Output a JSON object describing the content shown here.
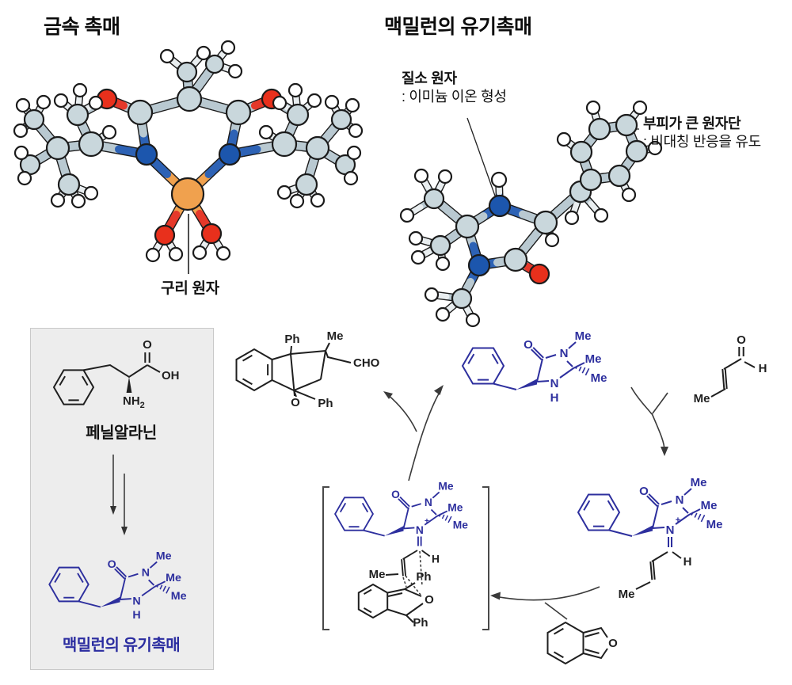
{
  "titles": {
    "metal": "금속 촉매",
    "organo": "맥밀런의 유기촉매"
  },
  "metal_panel": {
    "copper_label": "구리 원자"
  },
  "organo_panel": {
    "note1_title": "질소 원자",
    "note1_desc": ": 이미늄 이온 형성",
    "note2_title": "부피가 큰 원자단",
    "note2_desc": ": 비대칭 반응을 유도"
  },
  "box": {
    "phenylalanine": "페닐알라닌",
    "catalyst": "맥밀런의 유기촉매"
  },
  "labels": {
    "me": "Me",
    "o": "O",
    "n": "N",
    "h": "H",
    "ph": "Ph",
    "cho": "CHO",
    "oh": "OH",
    "nh": "NH",
    "two": "2",
    "plus": "+"
  },
  "colors": {
    "carbon": "#c9d7dc",
    "hydrogen": "#ffffff",
    "nitrogen": "#1c56ad",
    "oxygen": "#e8301c",
    "copper": "#f0a14e",
    "stick_carbon": "#b9c9d1",
    "stick_hydrogen": "#e9eef0",
    "stick_nitrogen": "#2d62b5",
    "stick_oxygen": "#e5382a",
    "stick_copper": "#f0a14e",
    "outline": "#1b1b1b",
    "blue_struct": "#2d2f9e",
    "black_struct": "#1f1f1f",
    "box_bg": "#ededed"
  },
  "models": {
    "metal": {
      "atoms": [
        [
          212,
          200,
          20,
          "Cu"
        ],
        [
          160,
          150,
          13,
          "N"
        ],
        [
          265,
          150,
          13,
          "N"
        ],
        [
          110,
          80,
          12,
          "O"
        ],
        [
          318,
          80,
          12,
          "O"
        ],
        [
          152,
          97,
          15,
          "C"
        ],
        [
          276,
          97,
          15,
          "C"
        ],
        [
          214,
          80,
          15,
          "C"
        ],
        [
          211,
          46,
          12,
          "C"
        ],
        [
          246,
          36,
          11,
          "C"
        ],
        [
          186,
          26,
          8,
          "H"
        ],
        [
          232,
          22,
          8,
          "H"
        ],
        [
          263,
          15,
          8,
          "H"
        ],
        [
          272,
          45,
          8,
          "H"
        ],
        [
          73,
          100,
          13,
          "C"
        ],
        [
          90,
          137,
          15,
          "C"
        ],
        [
          113,
          122,
          8,
          "H"
        ],
        [
          48,
          142,
          14,
          "C"
        ],
        [
          18,
          106,
          12,
          "C"
        ],
        [
          13,
          163,
          12,
          "C"
        ],
        [
          62,
          188,
          13,
          "C"
        ],
        [
          4,
          88,
          8,
          "H"
        ],
        [
          30,
          84,
          8,
          "H"
        ],
        [
          1,
          120,
          8,
          "H"
        ],
        [
          2,
          148,
          8,
          "H"
        ],
        [
          6,
          180,
          8,
          "H"
        ],
        [
          48,
          208,
          8,
          "H"
        ],
        [
          74,
          209,
          8,
          "H"
        ],
        [
          90,
          199,
          8,
          "H"
        ],
        [
          52,
          82,
          8,
          "H"
        ],
        [
          76,
          69,
          8,
          "H"
        ],
        [
          96,
          85,
          8,
          "H"
        ],
        [
          183,
          252,
          12,
          "O"
        ],
        [
          168,
          277,
          8,
          "H"
        ],
        [
          197,
          276,
          8,
          "H"
        ],
        [
          351,
          100,
          13,
          "C"
        ],
        [
          334,
          137,
          15,
          "C"
        ],
        [
          311,
          122,
          8,
          "H"
        ],
        [
          376,
          142,
          14,
          "C"
        ],
        [
          406,
          106,
          12,
          "C"
        ],
        [
          411,
          163,
          12,
          "C"
        ],
        [
          362,
          188,
          13,
          "C"
        ],
        [
          420,
          88,
          8,
          "H"
        ],
        [
          394,
          84,
          8,
          "H"
        ],
        [
          424,
          120,
          8,
          "H"
        ],
        [
          422,
          148,
          8,
          "H"
        ],
        [
          418,
          180,
          8,
          "H"
        ],
        [
          376,
          208,
          8,
          "H"
        ],
        [
          350,
          209,
          8,
          "H"
        ],
        [
          334,
          198,
          8,
          "H"
        ],
        [
          372,
          82,
          8,
          "H"
        ],
        [
          348,
          69,
          8,
          "H"
        ],
        [
          328,
          85,
          8,
          "H"
        ],
        [
          242,
          250,
          12,
          "O"
        ],
        [
          257,
          275,
          8,
          "H"
        ],
        [
          227,
          274,
          8,
          "H"
        ]
      ],
      "bonds": [
        [
          0,
          1
        ],
        [
          0,
          2
        ],
        [
          0,
          32
        ],
        [
          0,
          53
        ],
        [
          1,
          5
        ],
        [
          5,
          3
        ],
        [
          5,
          7
        ],
        [
          7,
          6
        ],
        [
          6,
          2
        ],
        [
          6,
          4
        ],
        [
          7,
          8
        ],
        [
          7,
          9
        ],
        [
          8,
          10
        ],
        [
          8,
          11
        ],
        [
          9,
          12
        ],
        [
          9,
          13
        ],
        [
          3,
          14
        ],
        [
          14,
          15
        ],
        [
          15,
          1
        ],
        [
          15,
          16
        ],
        [
          15,
          17
        ],
        [
          17,
          18
        ],
        [
          17,
          19
        ],
        [
          17,
          20
        ],
        [
          18,
          21
        ],
        [
          18,
          22
        ],
        [
          18,
          23
        ],
        [
          19,
          24
        ],
        [
          19,
          25
        ],
        [
          20,
          26
        ],
        [
          20,
          27
        ],
        [
          20,
          28
        ],
        [
          14,
          29
        ],
        [
          14,
          30
        ],
        [
          14,
          31
        ],
        [
          32,
          33
        ],
        [
          32,
          34
        ],
        [
          4,
          35
        ],
        [
          35,
          36
        ],
        [
          36,
          2
        ],
        [
          36,
          37
        ],
        [
          36,
          38
        ],
        [
          38,
          39
        ],
        [
          38,
          40
        ],
        [
          38,
          41
        ],
        [
          39,
          42
        ],
        [
          39,
          43
        ],
        [
          39,
          44
        ],
        [
          40,
          45
        ],
        [
          40,
          46
        ],
        [
          41,
          47
        ],
        [
          41,
          48
        ],
        [
          41,
          49
        ],
        [
          35,
          50
        ],
        [
          35,
          51
        ],
        [
          35,
          52
        ],
        [
          53,
          54
        ],
        [
          53,
          55
        ]
      ]
    },
    "organo": {
      "atoms": [
        [
          156,
          137,
          13,
          "N"
        ],
        [
          155,
          104,
          9,
          "H"
        ],
        [
          115,
          163,
          14,
          "C"
        ],
        [
          73,
          128,
          12,
          "C"
        ],
        [
          57,
          99,
          8,
          "H"
        ],
        [
          87,
          100,
          8,
          "H"
        ],
        [
          39,
          149,
          8,
          "H"
        ],
        [
          81,
          187,
          12,
          "C"
        ],
        [
          50,
          178,
          8,
          "H"
        ],
        [
          53,
          202,
          8,
          "H"
        ],
        [
          84,
          210,
          8,
          "H"
        ],
        [
          130,
          212,
          13,
          "N"
        ],
        [
          108,
          254,
          12,
          "C"
        ],
        [
          70,
          249,
          8,
          "H"
        ],
        [
          84,
          274,
          8,
          "H"
        ],
        [
          122,
          281,
          8,
          "H"
        ],
        [
          176,
          205,
          14,
          "C"
        ],
        [
          206,
          223,
          12,
          "O"
        ],
        [
          214,
          158,
          14,
          "C"
        ],
        [
          222,
          180,
          8,
          "H"
        ],
        [
          258,
          119,
          13,
          "C"
        ],
        [
          284,
          149,
          8,
          "H"
        ],
        [
          247,
          152,
          8,
          "H"
        ],
        [
          271,
          104,
          13,
          "C"
        ],
        [
          259,
          69,
          13,
          "C"
        ],
        [
          282,
          40,
          13,
          "C"
        ],
        [
          316,
          35,
          13,
          "C"
        ],
        [
          329,
          68,
          13,
          "C"
        ],
        [
          307,
          99,
          13,
          "C"
        ],
        [
          237,
          53,
          8,
          "H"
        ],
        [
          274,
          13,
          8,
          "H"
        ],
        [
          333,
          13,
          8,
          "H"
        ],
        [
          352,
          64,
          8,
          "H"
        ],
        [
          319,
          123,
          8,
          "H"
        ]
      ],
      "bonds": [
        [
          0,
          1
        ],
        [
          0,
          2
        ],
        [
          0,
          18
        ],
        [
          2,
          3
        ],
        [
          2,
          7
        ],
        [
          2,
          11
        ],
        [
          3,
          4
        ],
        [
          3,
          5
        ],
        [
          3,
          6
        ],
        [
          7,
          8
        ],
        [
          7,
          9
        ],
        [
          7,
          10
        ],
        [
          11,
          12
        ],
        [
          11,
          16
        ],
        [
          12,
          13
        ],
        [
          12,
          14
        ],
        [
          12,
          15
        ],
        [
          16,
          17
        ],
        [
          16,
          18
        ],
        [
          18,
          19
        ],
        [
          18,
          20
        ],
        [
          20,
          21
        ],
        [
          20,
          22
        ],
        [
          20,
          23
        ],
        [
          23,
          24
        ],
        [
          24,
          25
        ],
        [
          25,
          26
        ],
        [
          26,
          27
        ],
        [
          27,
          28
        ],
        [
          28,
          23
        ],
        [
          24,
          29
        ],
        [
          25,
          30
        ],
        [
          26,
          31
        ],
        [
          27,
          32
        ],
        [
          28,
          33
        ]
      ]
    }
  }
}
